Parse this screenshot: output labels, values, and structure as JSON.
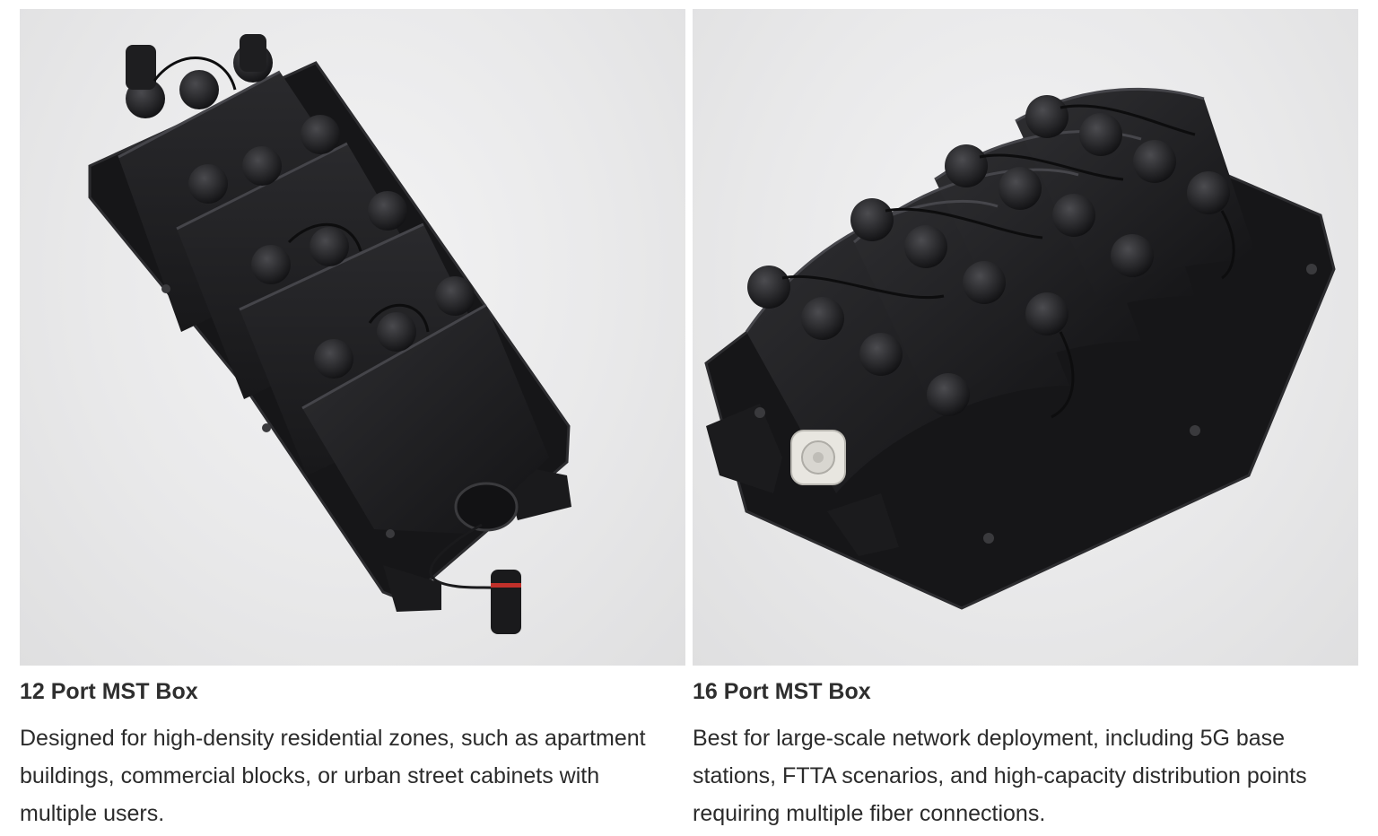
{
  "products": [
    {
      "title": "12 Port MST Box",
      "description": "Designed for high-density residential zones, such as apartment buildings, commercial blocks, or urban street cabinets with multiple users.",
      "image_subject": "12-port-mst-box-photo"
    },
    {
      "title": "16 Port MST Box",
      "description": "Best for large-scale network deployment, including 5G base stations, FTTA scenarios, and high-capacity distribution points requiring multiple fiber connections.",
      "image_subject": "16-port-mst-box-photo"
    }
  ],
  "colors": {
    "box_body": "#1c1c1e",
    "box_highlight": "#3a3a3d",
    "background": "#e9e9ea",
    "text": "#2b2b2b",
    "gland": "#e8e6e0",
    "accent_red": "#c0302a"
  }
}
